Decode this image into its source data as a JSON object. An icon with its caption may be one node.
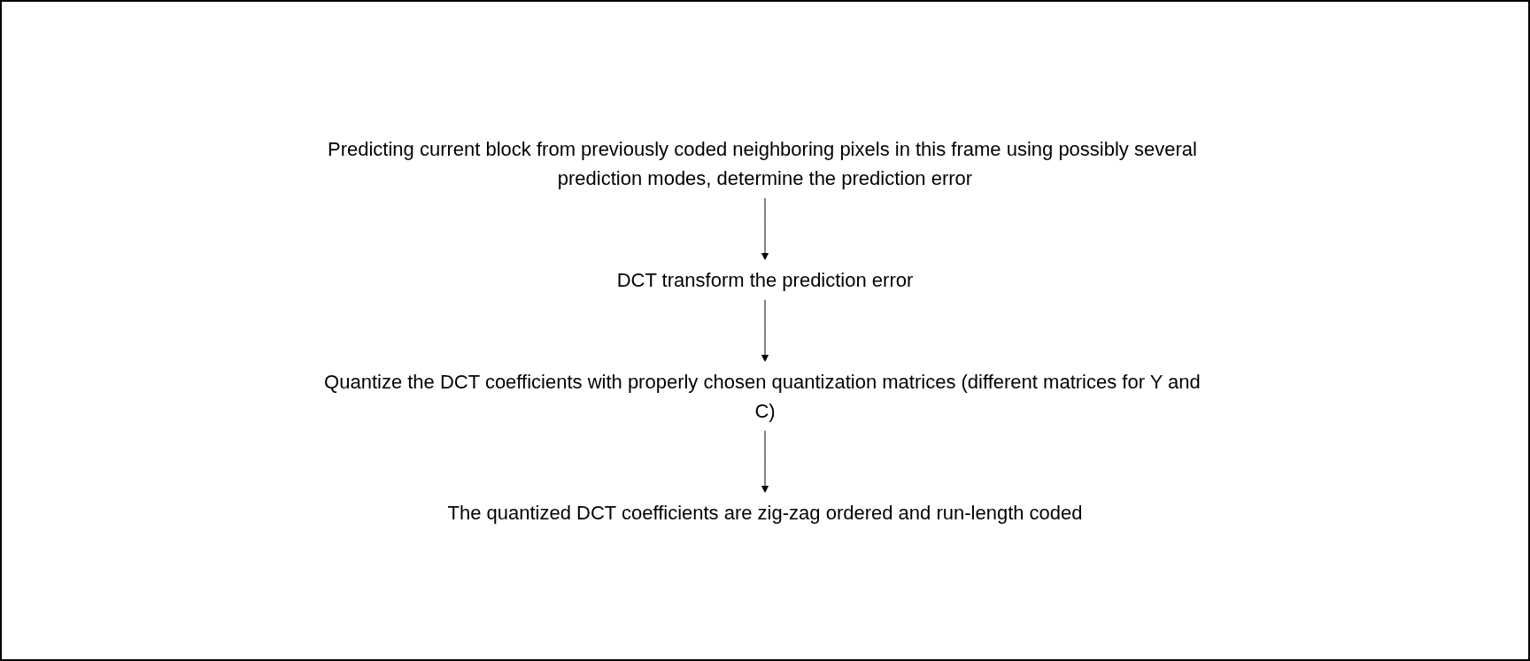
{
  "diagram": {
    "nodes": [
      {
        "text": [
          "Predicting current block from previously coded neighboring pixels in this frame using possibly several prediction modes, determine the prediction error"
        ]
      },
      {
        "text": [
          "DCT transform the prediction error"
        ]
      },
      {
        "text": [
          "Quantize the DCT coefficients with properly chosen quantization matrices (different matrices for Y and C)"
        ]
      },
      {
        "text": [
          "The quantized DCT coefficients are zig-zag ordered and run-length coded"
        ]
      }
    ],
    "edges": [
      {
        "from": 0,
        "to": 1,
        "arrow": "to"
      },
      {
        "from": 1,
        "to": 2,
        "arrow": "to"
      },
      {
        "from": 2,
        "to": 3,
        "arrow": "to"
      }
    ]
  }
}
